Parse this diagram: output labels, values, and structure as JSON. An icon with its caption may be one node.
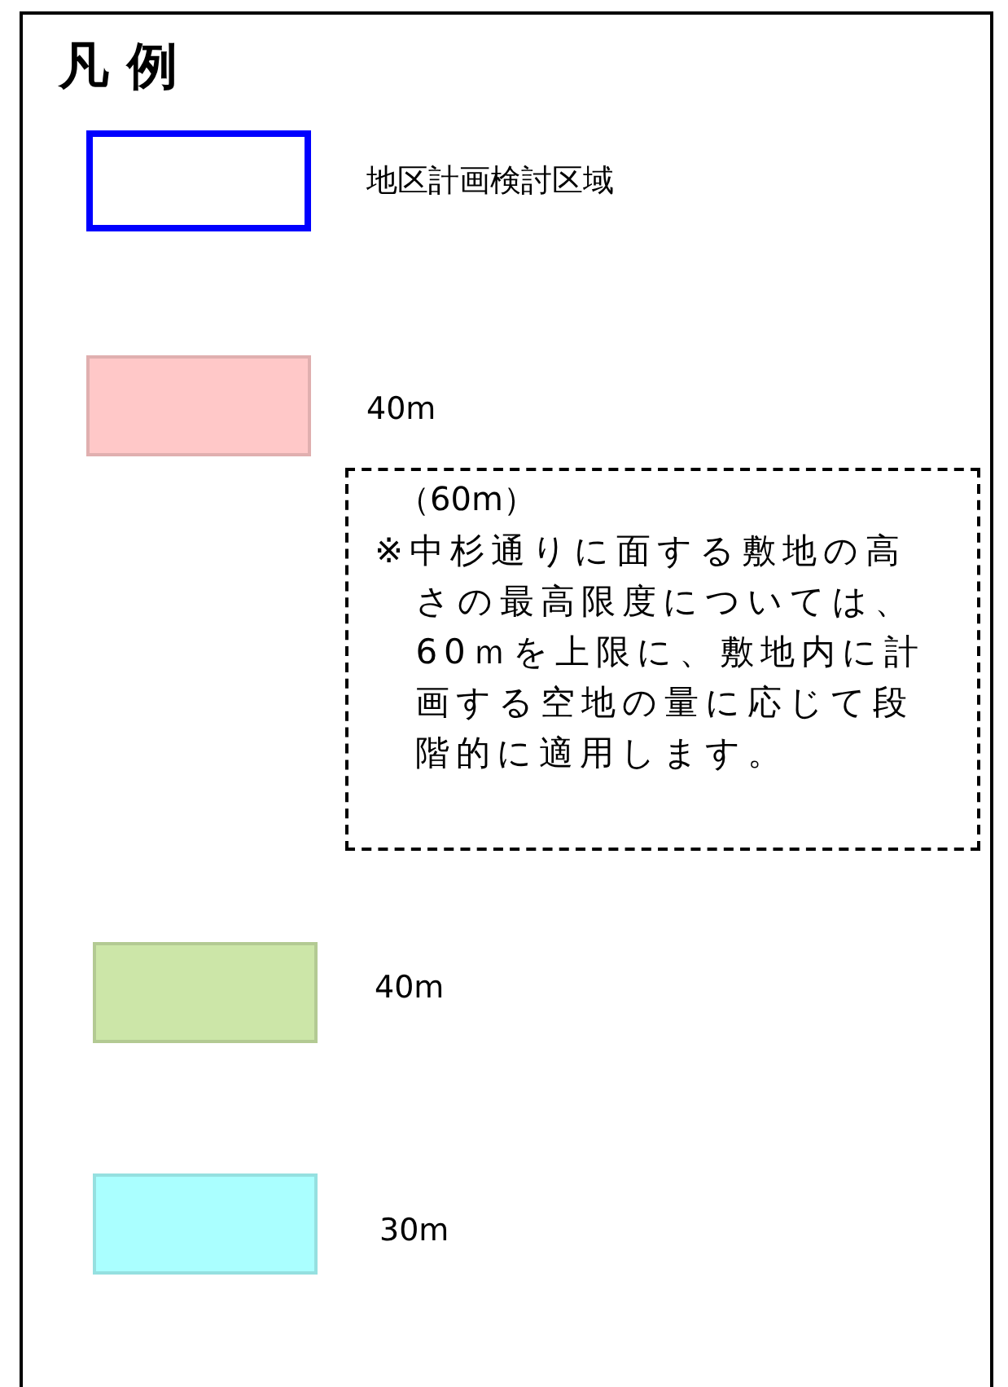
{
  "diagram": {
    "title": "凡 例",
    "nodes": [
      {
        "text": [
          "（60m）",
          "※中杉通りに面する敷地の高さの最高限度については、60ｍを上限に、敷地内に計画する空地の量に応じて段階的に適用します。"
        ]
      }
    ],
    "legend": [
      {
        "text": "地区計画検討区域"
      },
      {
        "text": "40m",
        "color": "#ffc8c8"
      },
      {
        "text": "40m",
        "color": "#cce6a8"
      },
      {
        "text": "30m",
        "color": "#aaffff"
      }
    ]
  }
}
